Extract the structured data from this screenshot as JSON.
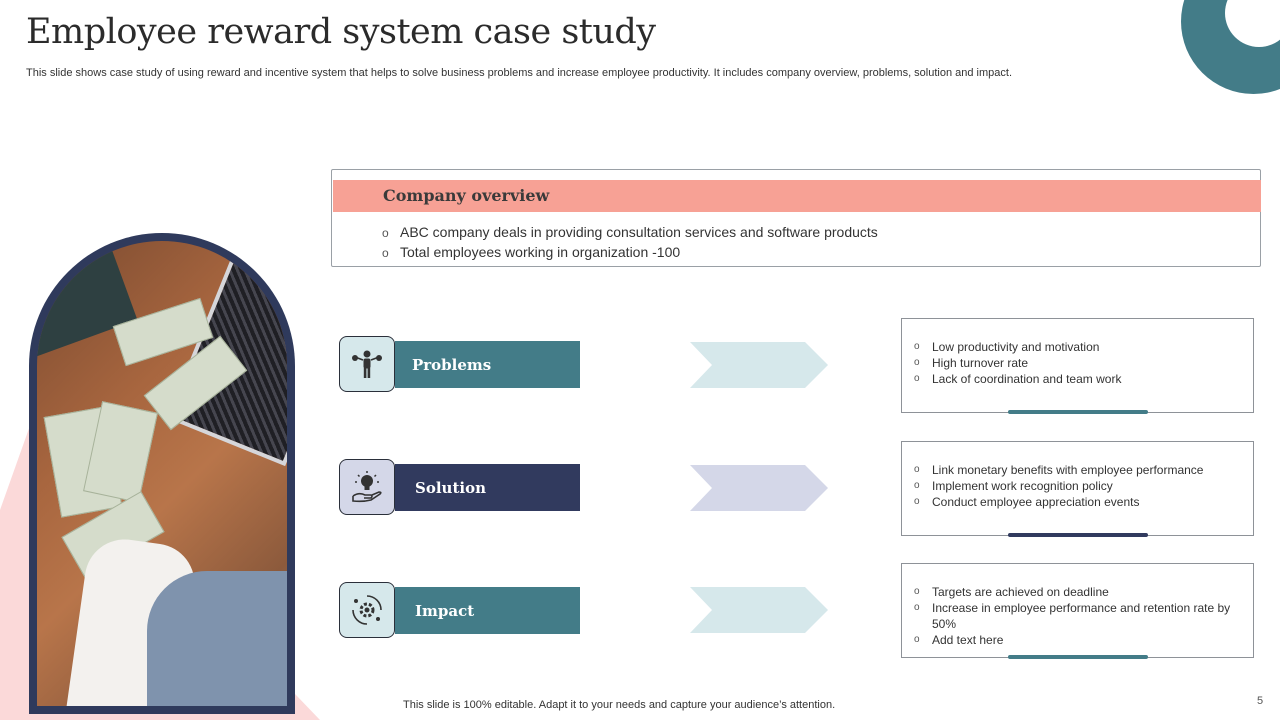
{
  "title": "Employee reward system case study",
  "subtitle": "This slide shows case study of using reward and incentive system that helps to solve business problems and increase employee productivity. It includes company overview, problems, solution and impact.",
  "overview": {
    "heading": "Company overview",
    "items": [
      "ABC company deals in providing consultation services and software products",
      "Total employees working in organization -100"
    ]
  },
  "rows": [
    {
      "label": "Problems",
      "icon": "balance-person-icon",
      "color": "#437c88",
      "chevron_color": "#d6e8eb",
      "items": [
        "Low productivity and motivation",
        "High turnover rate",
        "Lack of coordination and team work"
      ]
    },
    {
      "label": "Solution",
      "icon": "lightbulb-hand-icon",
      "color": "#313a5e",
      "chevron_color": "#d4d7e8",
      "items": [
        "Link monetary benefits with employee performance",
        "Implement work recognition policy",
        "Conduct employee appreciation events"
      ]
    },
    {
      "label": "Impact",
      "icon": "gear-orbit-icon",
      "color": "#437c88",
      "chevron_color": "#d6e8eb",
      "items": [
        "Targets are achieved on deadline",
        "Increase in employee performance and retention rate by 50%",
        "Add text here"
      ]
    }
  ],
  "bullet_glyph": "o",
  "footer": "This slide is 100% editable. Adapt it to your needs and capture your audience’s attention.",
  "page_number": "5",
  "colors": {
    "teal": "#437c88",
    "navy": "#313a5e",
    "salmon": "#f7a195",
    "icon_bg_light": "#d6e8eb",
    "icon_bg_purple": "#d4d7e8"
  }
}
